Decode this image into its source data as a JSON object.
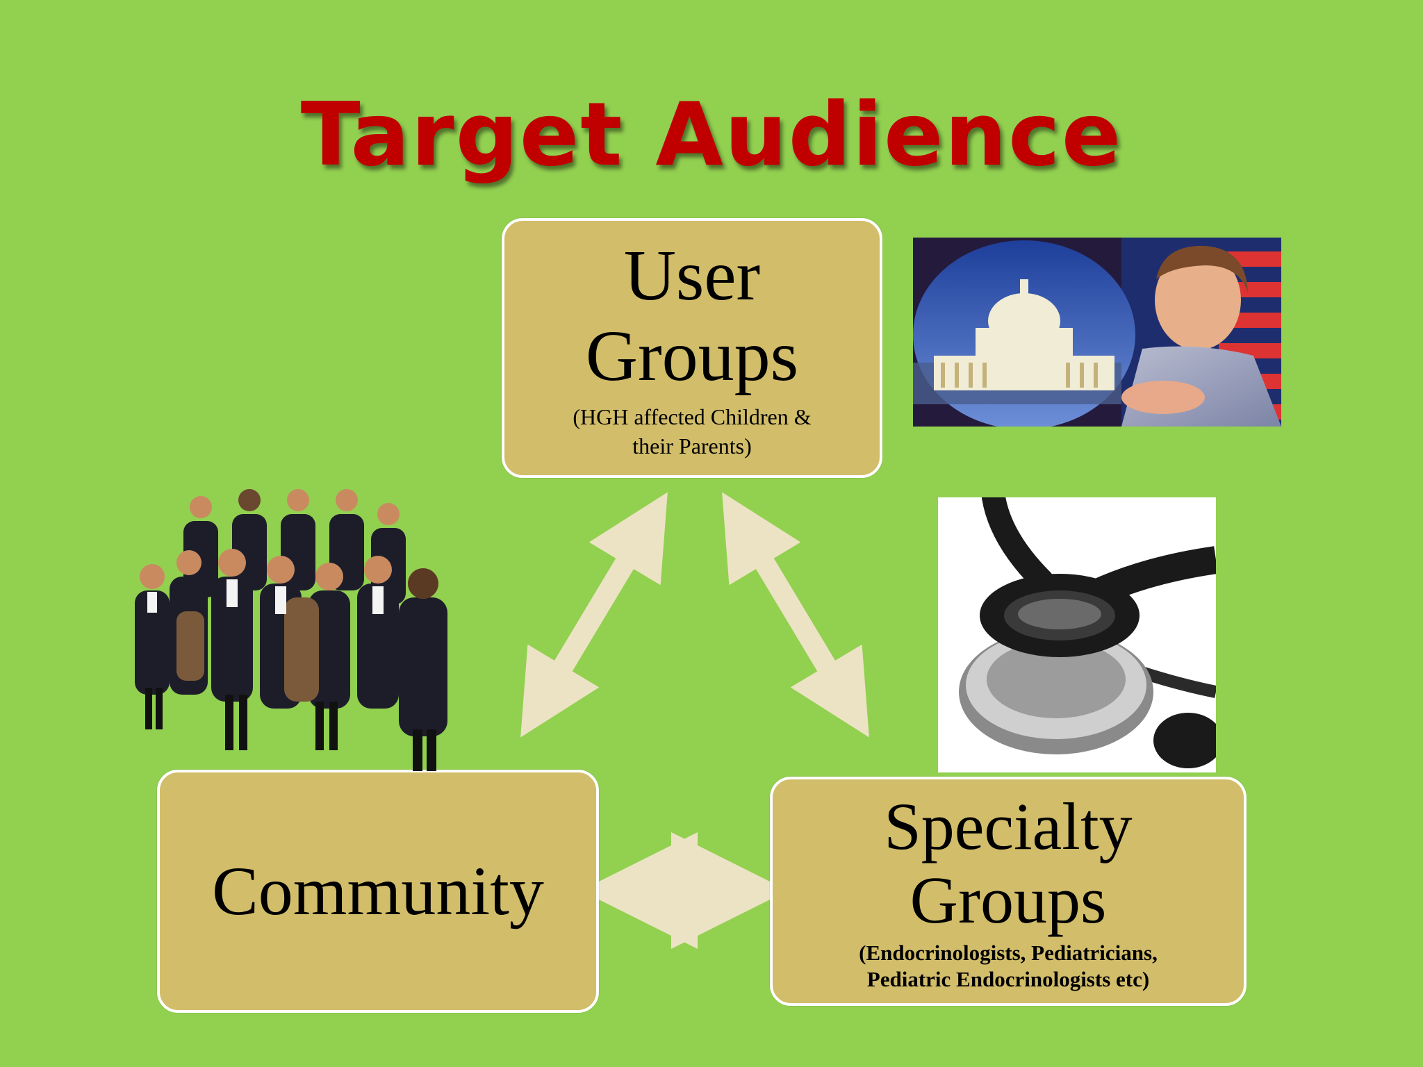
{
  "slide": {
    "title": "Target Audience",
    "background_color": "#92d050",
    "title_color": "#c00000",
    "box_color": "#d2bd6a",
    "arrow_color": "#ece3c4"
  },
  "nodes": {
    "user": {
      "line1": "User",
      "line2": "Groups",
      "sub1": "(HGH  affected Children &",
      "sub2": "their Parents)"
    },
    "community": {
      "label": "Community"
    },
    "specialty": {
      "line1": "Specialty",
      "line2": "Groups",
      "sub1": "(Endocrinologists, Pediatricians,",
      "sub2": "Pediatric Endocrinologists etc)"
    }
  },
  "images": {
    "capitol": "capitol-and-boy-photo",
    "crowd": "crowd-of-people-photo",
    "stethoscope": "stethoscope-photo"
  }
}
